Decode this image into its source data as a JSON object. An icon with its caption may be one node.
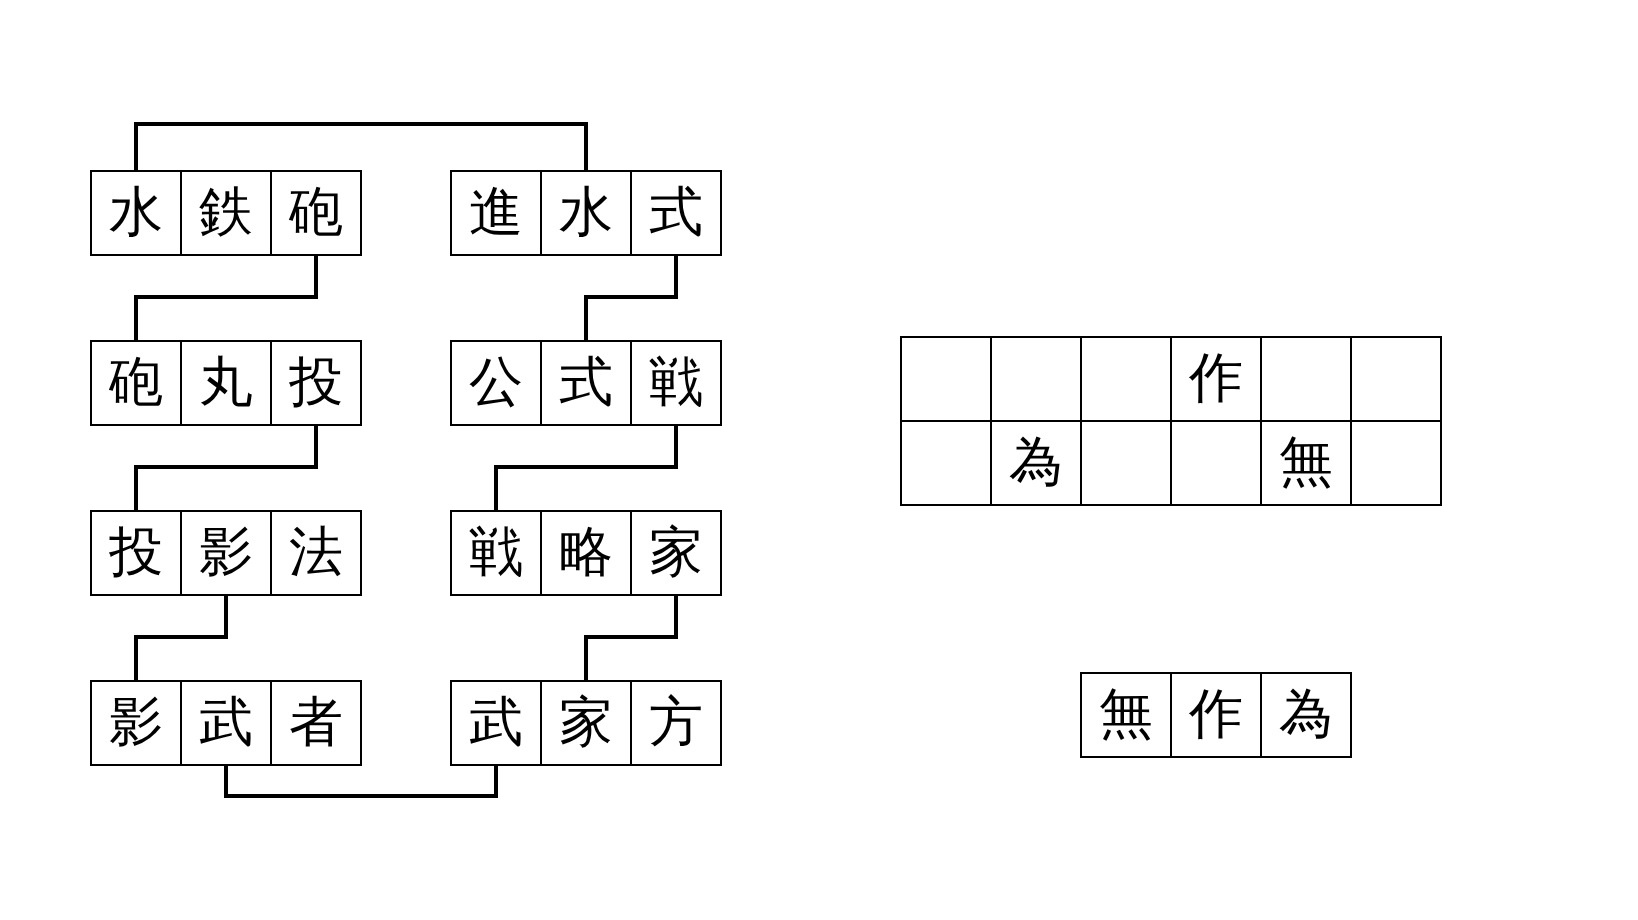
{
  "diagram": {
    "nodes": [
      {
        "text": [
          "水"
        ]
      },
      {
        "text": [
          "鉄"
        ]
      },
      {
        "text": [
          "砲"
        ]
      },
      {
        "text": [
          "進"
        ]
      },
      {
        "text": [
          "水"
        ]
      },
      {
        "text": [
          "式"
        ]
      },
      {
        "text": [
          "砲"
        ]
      },
      {
        "text": [
          "丸"
        ]
      },
      {
        "text": [
          "投"
        ]
      },
      {
        "text": [
          "公"
        ]
      },
      {
        "text": [
          "式"
        ]
      },
      {
        "text": [
          "戦"
        ]
      },
      {
        "text": [
          "投"
        ]
      },
      {
        "text": [
          "影"
        ]
      },
      {
        "text": [
          "法"
        ]
      },
      {
        "text": [
          "戦"
        ]
      },
      {
        "text": [
          "略"
        ]
      },
      {
        "text": [
          "家"
        ]
      },
      {
        "text": [
          "影"
        ]
      },
      {
        "text": [
          "武"
        ]
      },
      {
        "text": [
          "者"
        ]
      },
      {
        "text": [
          "武"
        ]
      },
      {
        "text": [
          "家"
        ]
      },
      {
        "text": [
          "方"
        ]
      },
      {
        "text": [],
        "shape": "box"
      },
      {
        "text": [],
        "shape": "box"
      },
      {
        "text": [],
        "shape": "box"
      },
      {
        "text": [
          "作"
        ]
      },
      {
        "text": [],
        "shape": "box"
      },
      {
        "text": [],
        "shape": "box"
      },
      {
        "text": [],
        "shape": "box"
      },
      {
        "text": [
          "為"
        ]
      },
      {
        "text": [],
        "shape": "box"
      },
      {
        "text": [],
        "shape": "box"
      },
      {
        "text": [
          "無"
        ]
      },
      {
        "text": [],
        "shape": "box"
      },
      {
        "text": [
          "無"
        ]
      },
      {
        "text": [
          "作"
        ]
      },
      {
        "text": [
          "為"
        ]
      }
    ],
    "edges": [
      {
        "from": 0,
        "to": 4,
        "arrow": "none"
      },
      {
        "from": 2,
        "to": 6,
        "arrow": "none"
      },
      {
        "from": 8,
        "to": 12,
        "arrow": "none"
      },
      {
        "from": 13,
        "to": 18,
        "arrow": "none"
      },
      {
        "from": 19,
        "to": 21,
        "arrow": "none"
      },
      {
        "from": 5,
        "to": 10,
        "arrow": "none"
      },
      {
        "from": 11,
        "to": 15,
        "arrow": "none"
      },
      {
        "from": 17,
        "to": 22,
        "arrow": "none"
      }
    ]
  }
}
